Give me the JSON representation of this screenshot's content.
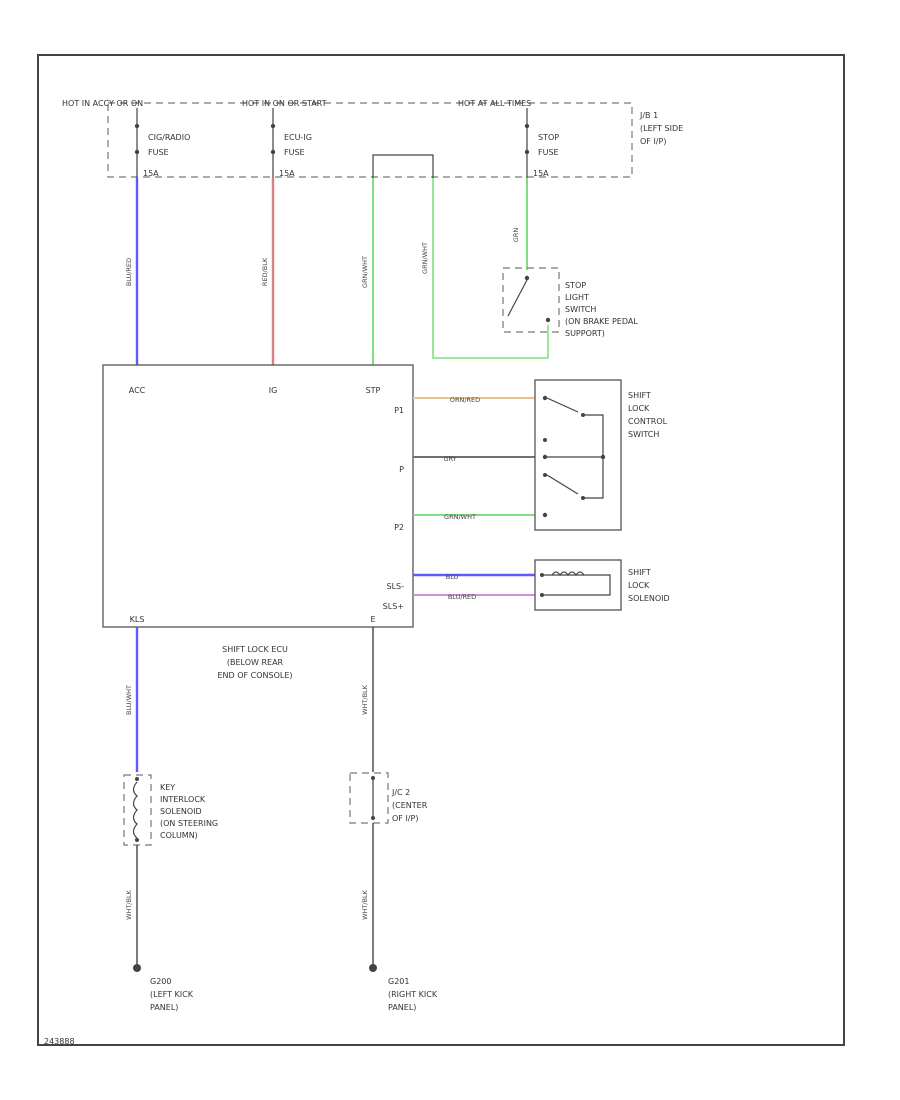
{
  "fuse_box": {
    "hot_labels": [
      "HOT IN ACCY OR ON",
      "HOT IN ON OR START",
      "HOT AT ALL TIMES"
    ],
    "fuses": [
      {
        "name": "CIG/RADIO",
        "line2": "FUSE",
        "amps": "15A"
      },
      {
        "name": "ECU-IG",
        "line2": "FUSE",
        "amps": "15A"
      },
      {
        "name": "STOP",
        "line2": "FUSE",
        "amps": "15A"
      }
    ],
    "location": [
      "J/B 1",
      "(LEFT SIDE",
      "OF I/P)"
    ]
  },
  "wires": {
    "acc": "BLU/RED",
    "ig": "RED/BLK",
    "stp_1": "GRN/WHT",
    "stp_2": "GRN/WHT",
    "stop_feed": "GRN",
    "p1": "ORN/RED",
    "p": "GRY",
    "p2": "GRN/WHT",
    "sls_minus": "BLU",
    "sls_plus": "BLU/RED",
    "kls": "BLU/WHT",
    "ecu_ground": "WHT/BLK",
    "kls_ground": "WHT/BLK",
    "jc_ground": "WHT/BLK"
  },
  "wire_colors": {
    "blue": "#5b5bff",
    "red": "#d98080",
    "green": "#7fe07f",
    "orange": "#e8c48a",
    "gray": "#707070",
    "purple": "#d48ce0",
    "black": "#444444"
  },
  "stop_switch": [
    "STOP",
    "LIGHT",
    "SWITCH",
    "(ON BRAKE PEDAL",
    "SUPPORT)"
  ],
  "ecu": {
    "pins_top": [
      "ACC",
      "IG",
      "STP"
    ],
    "pins_right": [
      "P1",
      "P",
      "P2",
      "SLS-",
      "SLS+"
    ],
    "pin_bottom": [
      "KLS",
      "E"
    ],
    "label": [
      "SHIFT LOCK ECU",
      "(BELOW REAR",
      "END OF CONSOLE)"
    ]
  },
  "shift_lock_control_switch": [
    "SHIFT",
    "LOCK",
    "CONTROL",
    "SWITCH"
  ],
  "shift_lock_solenoid": [
    "SHIFT",
    "LOCK",
    "SOLENOID"
  ],
  "key_interlock": [
    "KEY",
    "INTERLOCK",
    "SOLENOID",
    "(ON STEERING",
    "COLUMN)"
  ],
  "junction_connector": [
    "J/C 2",
    "(CENTER",
    "OF I/P)"
  ],
  "ground_left": [
    "G200",
    "(LEFT KICK",
    "PANEL)"
  ],
  "ground_right": [
    "G201",
    "(RIGHT KICK",
    "PANEL)"
  ],
  "diagram_id": "243888"
}
